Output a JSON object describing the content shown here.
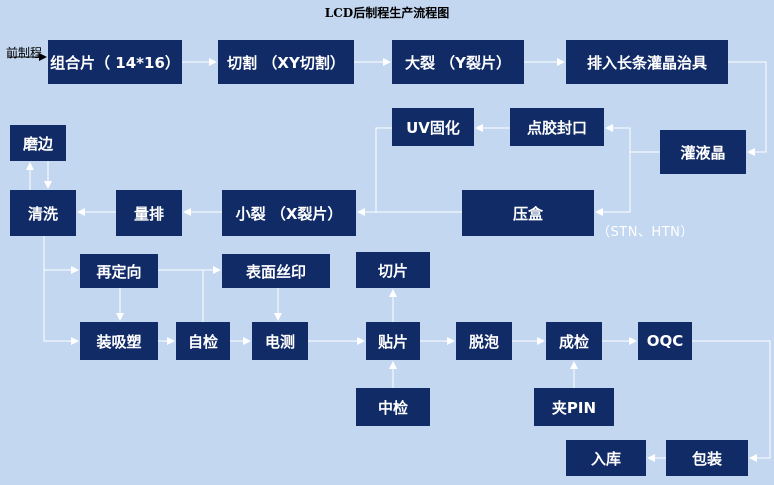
{
  "title": "LCD后制程生产流程图",
  "entry_label": "前制程",
  "note": "（STN、HTN）",
  "steps": {
    "assemble": "组合片（ 14*16）",
    "cut_xy": "切割 （XY切割）",
    "crack_y": "大裂 （Y裂片）",
    "arrange": "排入长条灌晶治具",
    "fill_lc": "灌液晶",
    "seal": "点胶封口",
    "uv_cure": "UV固化",
    "press": "压盒",
    "crack_x": "小裂 （X裂片）",
    "measure_arrange": "量排",
    "clean": "清洗",
    "edge_grind": "磨边",
    "reorient": "再定向",
    "silk_print": "表面丝印",
    "pack_molding": "装吸塑",
    "self_check": "自检",
    "electric_test": "电测",
    "attach": "贴片",
    "cut_sheet": "切片",
    "mid_check": "中检",
    "defoam": "脱泡",
    "final_check": "成检",
    "oqc": "OQC",
    "clip_pin": "夹PIN",
    "packing": "包装",
    "warehouse": "入库"
  },
  "colors": {
    "background": "#c3d7f1",
    "box": "#112b66",
    "box_text": "#ffffff",
    "connector": "#ffffff"
  }
}
